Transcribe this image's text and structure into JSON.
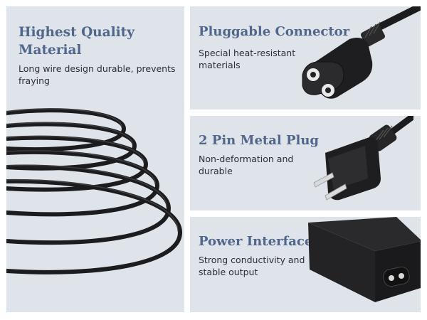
{
  "panels": {
    "material": {
      "title": "Highest Quality Material",
      "description": "Long wire design durable, prevents fraying"
    },
    "connector": {
      "title": "Pluggable Connector",
      "description": "Special heat-resistant materials"
    },
    "plug": {
      "title": "2 Pin Metal Plug",
      "description": "Non-deformation and durable"
    },
    "interface": {
      "title": "Power Interface",
      "description": "Strong conductivity and stable output"
    }
  },
  "colors": {
    "panel_background": "#dfe3ea",
    "title_color": "#50668a",
    "text_color": "#2c2f35",
    "cable_color": "#1c1c1e"
  },
  "icons": [
    "coiled-cable-image",
    "figure-8-connector-image",
    "two-pin-plug-image",
    "power-adapter-image"
  ]
}
